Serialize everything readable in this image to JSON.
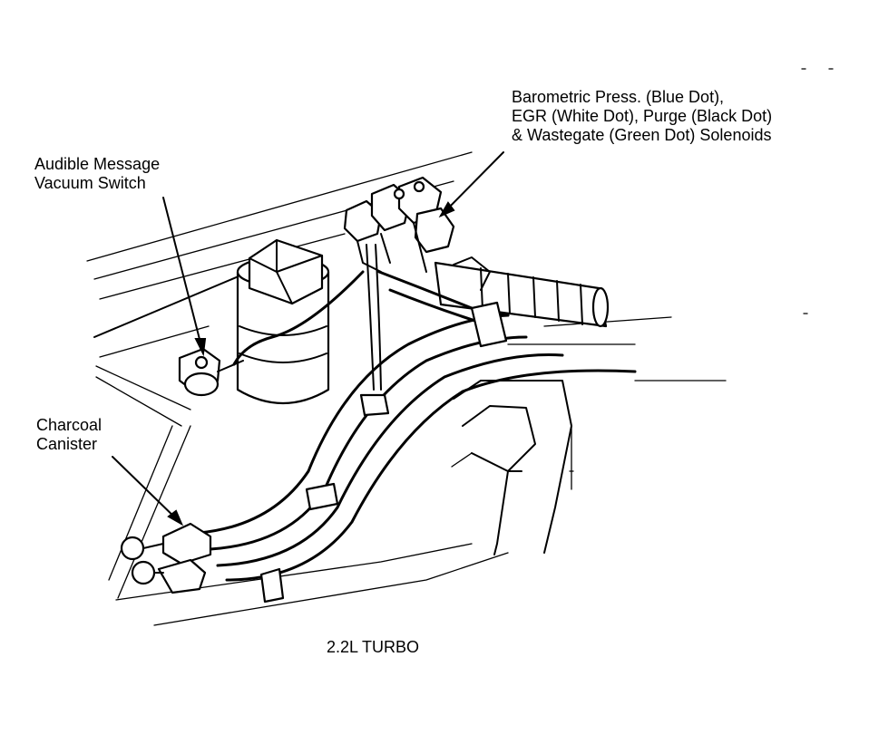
{
  "labels": {
    "barometric_line1": "Barometric Press. (Blue Dot),",
    "barometric_line2": "EGR (White Dot), Purge (Black Dot)",
    "barometric_line3": "& Wastegate (Green Dot) Solenoids",
    "audible_line1": "Audible Message",
    "audible_line2": "Vacuum Switch",
    "canister_line1": "Charcoal",
    "canister_line2": "Canister",
    "caption": "2.2L TURBO"
  }
}
